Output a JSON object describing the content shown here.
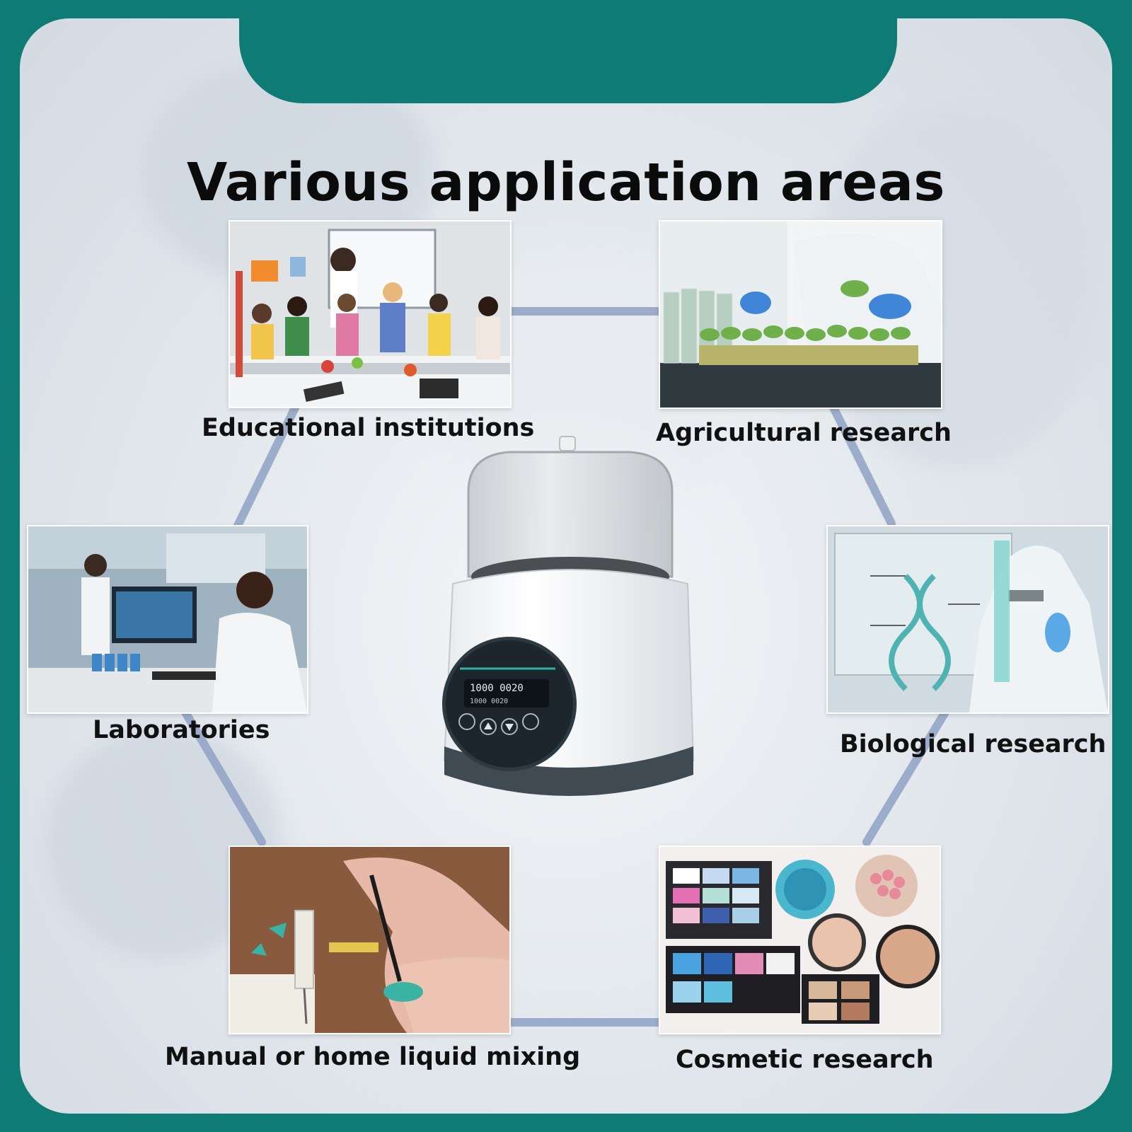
{
  "title": "Various application areas",
  "areas": [
    {
      "label": "Educational institutions"
    },
    {
      "label": "Agricultural research"
    },
    {
      "label": "Laboratories"
    },
    {
      "label": "Biological research"
    },
    {
      "label": "Manual or home liquid mixing"
    },
    {
      "label": "Cosmetic research"
    }
  ],
  "device": {
    "display_top": "1000 0020",
    "display_bottom": "1000 0020"
  },
  "colors": {
    "frame": "#0e7b74",
    "connector": "#8fa1c4"
  }
}
